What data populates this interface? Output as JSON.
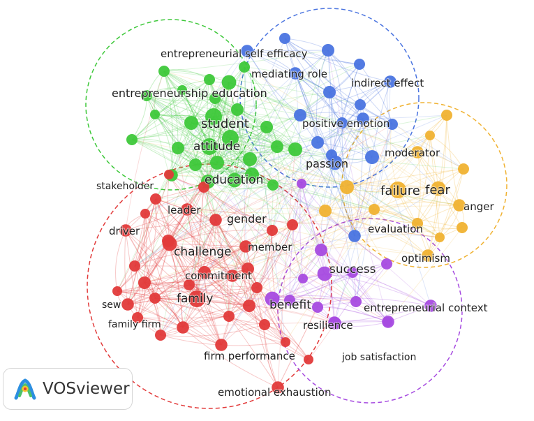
{
  "brand": {
    "name": "VOSviewer",
    "logo_icon": "vosviewer-logo-icon"
  },
  "clusters": [
    {
      "id": "green",
      "color": "#3ec83a"
    },
    {
      "id": "blue",
      "color": "#4a74e0"
    },
    {
      "id": "yellow",
      "color": "#f0b232"
    },
    {
      "id": "red",
      "color": "#e23a3a"
    },
    {
      "id": "purple",
      "color": "#a64be0"
    }
  ],
  "terms": [
    {
      "label": "entrepreneurial self efficacy",
      "cluster": "blue",
      "weight": 3
    },
    {
      "label": "mediating role",
      "cluster": "blue",
      "weight": 3
    },
    {
      "label": "indirect effect",
      "cluster": "blue",
      "weight": 3
    },
    {
      "label": "positive emotion",
      "cluster": "blue",
      "weight": 3
    },
    {
      "label": "passion",
      "cluster": "blue",
      "weight": 4
    },
    {
      "label": "evaluation",
      "cluster": "blue",
      "weight": 3
    },
    {
      "label": "entrepreneurship education",
      "cluster": "green",
      "weight": 4
    },
    {
      "label": "student",
      "cluster": "green",
      "weight": 5
    },
    {
      "label": "attitude",
      "cluster": "green",
      "weight": 5
    },
    {
      "label": "education",
      "cluster": "green",
      "weight": 4
    },
    {
      "label": "stakeholder",
      "cluster": "green",
      "weight": 3
    },
    {
      "label": "moderator",
      "cluster": "yellow",
      "weight": 3
    },
    {
      "label": "failure",
      "cluster": "yellow",
      "weight": 5
    },
    {
      "label": "fear",
      "cluster": "yellow",
      "weight": 4
    },
    {
      "label": "anger",
      "cluster": "yellow",
      "weight": 3
    },
    {
      "label": "optimism",
      "cluster": "yellow",
      "weight": 3
    },
    {
      "label": "leader",
      "cluster": "red",
      "weight": 3
    },
    {
      "label": "gender",
      "cluster": "red",
      "weight": 3
    },
    {
      "label": "driver",
      "cluster": "red",
      "weight": 3
    },
    {
      "label": "challenge",
      "cluster": "red",
      "weight": 4
    },
    {
      "label": "member",
      "cluster": "red",
      "weight": 3
    },
    {
      "label": "commitment",
      "cluster": "red",
      "weight": 3
    },
    {
      "label": "family",
      "cluster": "red",
      "weight": 5
    },
    {
      "label": "sew",
      "cluster": "red",
      "weight": 3
    },
    {
      "label": "family firm",
      "cluster": "red",
      "weight": 3
    },
    {
      "label": "firm performance",
      "cluster": "red",
      "weight": 3
    },
    {
      "label": "emotional exhaustion",
      "cluster": "red",
      "weight": 3
    },
    {
      "label": "success",
      "cluster": "purple",
      "weight": 4
    },
    {
      "label": "benefit",
      "cluster": "purple",
      "weight": 4
    },
    {
      "label": "entrepreneurial context",
      "cluster": "purple",
      "weight": 3
    },
    {
      "label": "resilience",
      "cluster": "purple",
      "weight": 3
    },
    {
      "label": "job satisfaction",
      "cluster": "purple",
      "weight": 3
    }
  ]
}
